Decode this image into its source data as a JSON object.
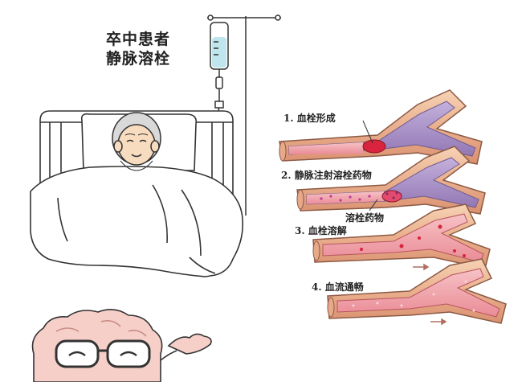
{
  "title": {
    "line1": "卒中患者",
    "line2": "静脉溶栓"
  },
  "steps": [
    {
      "number": "1.",
      "label": "血栓形成"
    },
    {
      "number": "2.",
      "label": "静脉注射溶栓药物"
    },
    {
      "number": "3.",
      "label": "血栓溶解"
    },
    {
      "number": "4.",
      "label": "血流通畅"
    }
  ],
  "annotation": {
    "drug_label": "溶栓药物"
  },
  "colors": {
    "vessel_outer": "#f3c9a8",
    "vessel_wall": "#c9866a",
    "lumen": "#e85a66",
    "clot": "#d8243c",
    "drug_dot": "#c13a9a",
    "branch_purple": "#a98fc2",
    "arrow_gray": "#8a8a8a"
  },
  "icons": [
    "iv-drip-bag-icon",
    "hospital-bed-icon",
    "elderly-patient-icon",
    "brain-mascot-icon"
  ]
}
